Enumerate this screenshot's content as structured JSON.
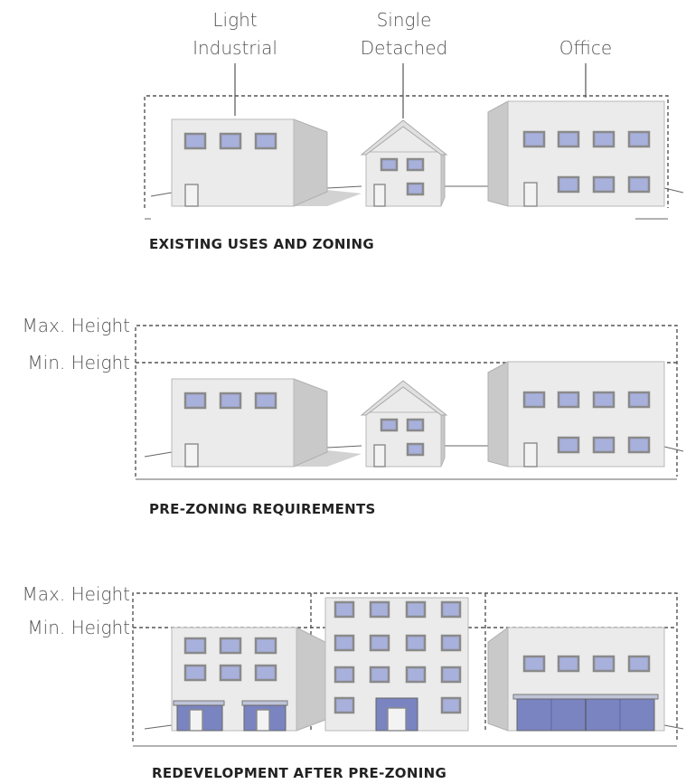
{
  "labels": {
    "light_industrial": [
      "Light",
      "Industrial"
    ],
    "single_detached": [
      "Single",
      "Detached"
    ],
    "office": "Office"
  },
  "panel1": {
    "caption": "EXISTING USES AND ZONING"
  },
  "panel2": {
    "caption": "PRE-ZONING REQUIREMENTS",
    "max_height": "Max. Height",
    "min_height": "Min. Height"
  },
  "panel3": {
    "caption": "REDEVELOPMENT AFTER PRE-ZONING",
    "max_height": "Max. Height",
    "min_height": "Min. Height"
  },
  "colors": {
    "window": "#a8b0dc",
    "storefront_glass": "#7a84c0",
    "wall": "#ebebeb",
    "side": "#c9c9c9",
    "dashed_line": "#555555"
  }
}
